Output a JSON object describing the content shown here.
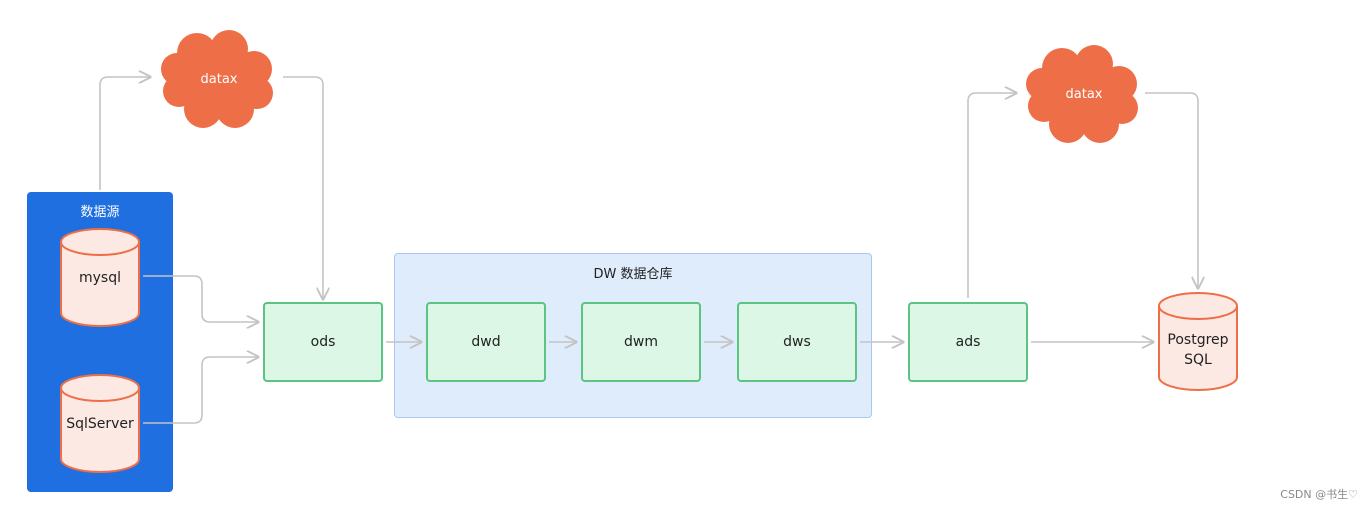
{
  "colors": {
    "source_panel": "#1f6fe0",
    "node_fill": "#dcf7e6",
    "node_border": "#5cc482",
    "cloud_fill": "#ee6f47",
    "cylinder_fill": "#fde9e3",
    "cylinder_border": "#ee6f47",
    "group_fill": "#dfecfc",
    "connector": "#c4c4c4"
  },
  "data_source_panel": {
    "title": "数据源"
  },
  "databases": {
    "mysql": "mysql",
    "sqlserver": "SqlServer",
    "postgres": "Postgrep\nSQL"
  },
  "clouds": {
    "ingest": "datax",
    "export": "datax"
  },
  "dw_group": {
    "title": "DW 数据仓库"
  },
  "layers": {
    "ods": "ods",
    "dwd": "dwd",
    "dwm": "dwm",
    "dws": "dws",
    "ads": "ads"
  },
  "icons": {
    "database": "database-cylinder-icon",
    "cloud": "cloud-icon",
    "arrow": "arrow-right-icon"
  },
  "watermark": "CSDN @书生♡"
}
